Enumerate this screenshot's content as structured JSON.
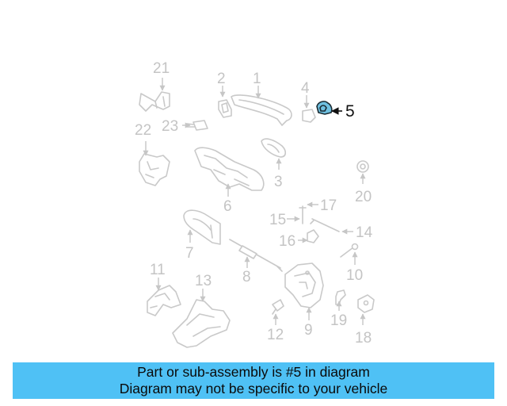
{
  "diagram": {
    "labels": [
      "1",
      "2",
      "4",
      "5",
      "21",
      "22",
      "23",
      "3",
      "6",
      "20",
      "17",
      "15",
      "14",
      "16",
      "7",
      "8",
      "10",
      "11",
      "13",
      "9",
      "19",
      "18",
      "12"
    ],
    "highlighted_part": "5",
    "highlight_color": "#6fc0e0"
  },
  "banner": {
    "line1": "Part or sub-assembly is #5 in diagram",
    "line2": "Diagram may not be specific to your vehicle",
    "color": "#4fc1f5"
  }
}
